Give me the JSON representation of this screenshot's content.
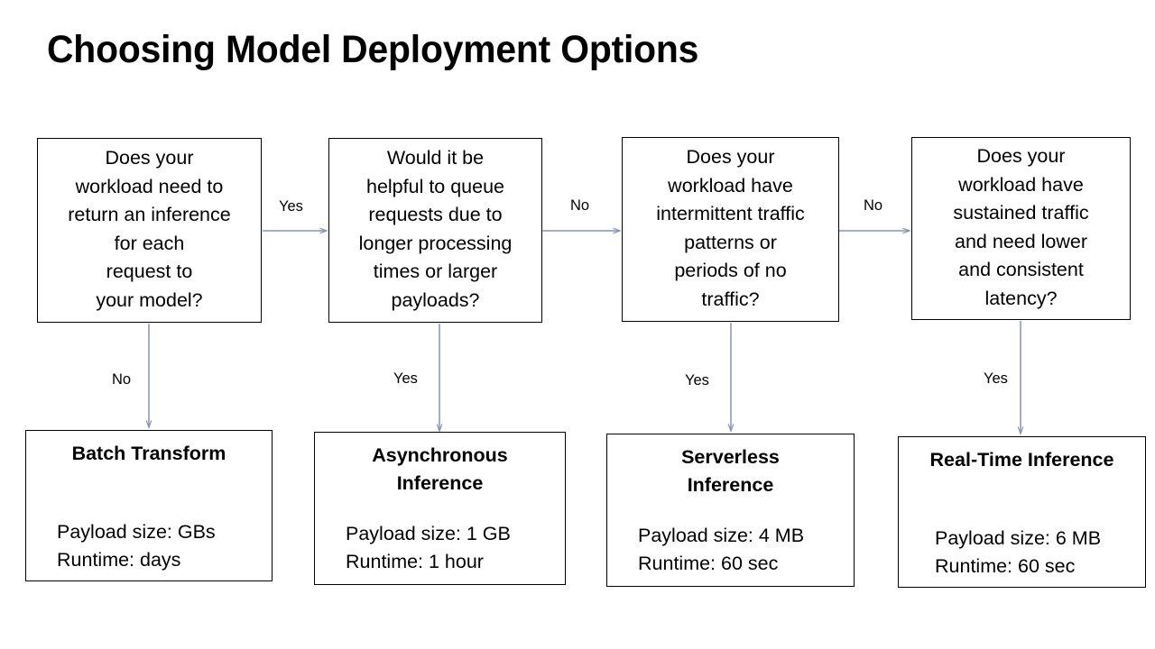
{
  "page": {
    "title": "Choosing Model Deployment Options",
    "background_color": "#ffffff",
    "box_border_color": "#000000",
    "arrow_color": "#8496ae",
    "text_color": "#000000"
  },
  "decisions": [
    {
      "id": "decision-1",
      "lines": [
        "Does your",
        "workload need to",
        "return an inference",
        "for each",
        "request to",
        "your model?"
      ]
    },
    {
      "id": "decision-2",
      "lines": [
        "Would it be",
        "helpful to queue",
        "requests due to",
        "longer processing",
        "times or larger",
        "payloads?"
      ]
    },
    {
      "id": "decision-3",
      "lines": [
        "Does your",
        "workload have",
        "intermittent traffic",
        "patterns or",
        "periods of no",
        "traffic?"
      ]
    },
    {
      "id": "decision-4",
      "lines": [
        "Does your",
        "workload have",
        "sustained traffic",
        "and need lower",
        "and consistent",
        "latency?"
      ]
    }
  ],
  "outcomes": [
    {
      "id": "outcome-batch-transform",
      "heading": [
        "Batch Transform"
      ],
      "payload": "Payload size: GBs",
      "runtime": "Runtime: days"
    },
    {
      "id": "outcome-asynchronous-inference",
      "heading": [
        "Asynchronous",
        "Inference"
      ],
      "payload": "Payload size: 1 GB",
      "runtime": "Runtime: 1 hour"
    },
    {
      "id": "outcome-serverless-inference",
      "heading": [
        "Serverless",
        "Inference"
      ],
      "payload": "Payload size: 4 MB",
      "runtime": "Runtime: 60 sec"
    },
    {
      "id": "outcome-real-time-inference",
      "heading": [
        "Real-Time Inference"
      ],
      "payload": "Payload size: 6 MB",
      "runtime": "Runtime: 60 sec"
    }
  ],
  "edges": {
    "horizontal": [
      {
        "id": "edge-d1-d2",
        "label": "Yes"
      },
      {
        "id": "edge-d2-d3",
        "label": "No"
      },
      {
        "id": "edge-d3-d4",
        "label": "No"
      }
    ],
    "vertical": [
      {
        "id": "edge-d1-batch",
        "label": "No"
      },
      {
        "id": "edge-d2-async",
        "label": "Yes"
      },
      {
        "id": "edge-d3-serverless",
        "label": "Yes"
      },
      {
        "id": "edge-d4-realtime",
        "label": "Yes"
      }
    ]
  }
}
